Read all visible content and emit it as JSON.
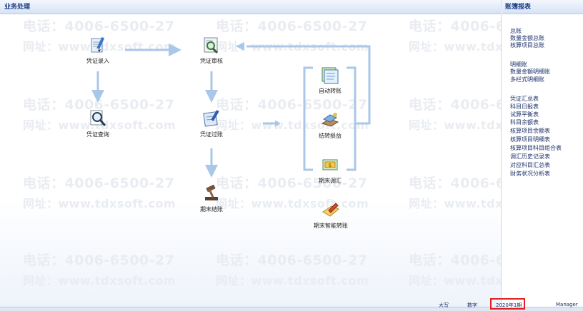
{
  "left_panel": {
    "title": "业务处理"
  },
  "right_panel": {
    "title": "账簿报表"
  },
  "watermark": {
    "phone": "电话：4006-6500-27",
    "address": "网址：www.tdxsoft.com"
  },
  "flow": {
    "voucher_entry": "凭证录入",
    "voucher_audit": "凭证审核",
    "voucher_query": "凭证查询",
    "voucher_posting": "凭证过账",
    "period_close": "期末结账",
    "auto_transfer": "自动转账",
    "pl_transfer": "结转损益",
    "period_adjust": "期末调汇",
    "smart_transfer": "期末智能转账"
  },
  "reports": {
    "g1": [
      "总账",
      "数量金额总账",
      "核算项目总账"
    ],
    "g2": [
      "明细账",
      "数量金额明细账",
      "多栏式明细账"
    ],
    "g3": [
      "凭证汇总表",
      "科目日报表",
      "试算平衡表",
      "科目余额表",
      "核算项目余额表",
      "核算项目明细表",
      "核算项目科目组合表",
      "调汇历史记录表",
      "对应科目汇总表",
      "财务状况分析表"
    ]
  },
  "status_bar": {
    "caps": "大写",
    "num": "数字",
    "period": "2020年1期",
    "user": "Manager"
  },
  "colors": {
    "header_text": "#1a3e85",
    "arrow": "#a9c7e8",
    "highlight_border": "#e02020"
  }
}
